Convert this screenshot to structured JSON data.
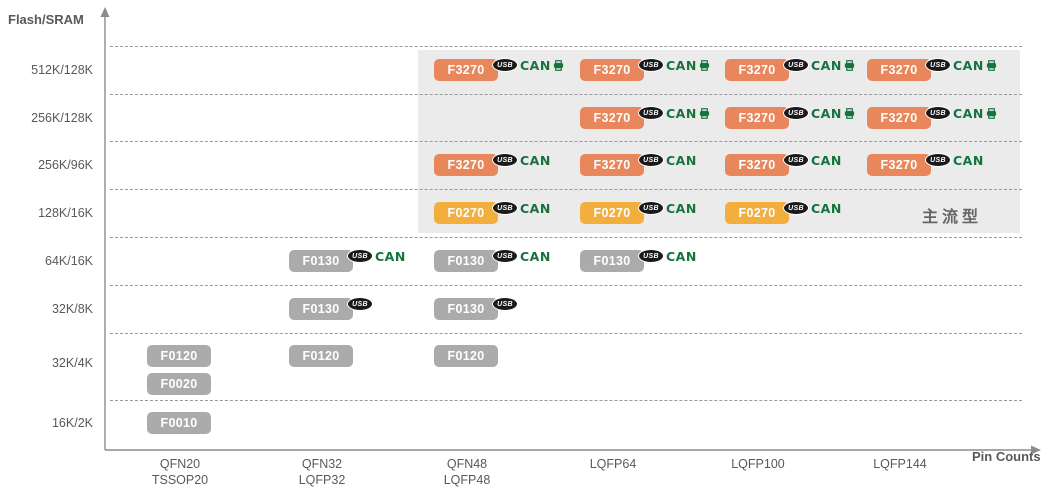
{
  "chart_data": {
    "type": "matrix",
    "ylabel": "Flash/SRAM",
    "xlabel": "Pin Counts",
    "region_label": "主流型",
    "rows": [
      "512K/128K",
      "256K/128K",
      "256K/96K",
      "128K/16K",
      "64K/16K",
      "32K/8K",
      "32K/4K",
      "16K/2K"
    ],
    "columns": [
      [
        "QFN20",
        "TSSOP20"
      ],
      [
        "QFN32",
        "LQFP32"
      ],
      [
        "QFN48",
        "LQFP48"
      ],
      [
        "LQFP64"
      ],
      [
        "LQFP100"
      ],
      [
        "LQFP144"
      ]
    ],
    "badges": {
      "usb": "USB",
      "can": "CAN"
    },
    "icons": {
      "usb": "usb-logo-icon",
      "printer": "printer-icon"
    },
    "colors": {
      "orange": "#E8875C",
      "yellow": "#F2AF3D",
      "gray": "#ABABAB",
      "green": "#15733B",
      "region": "#EBEBEB",
      "axis": "#8C8C8C",
      "label": "#595959"
    },
    "chips": [
      {
        "label": "F3270",
        "color": "orange",
        "row": 0,
        "col": 2,
        "features": [
          "usb",
          "can",
          "printer"
        ]
      },
      {
        "label": "F3270",
        "color": "orange",
        "row": 0,
        "col": 3,
        "features": [
          "usb",
          "can",
          "printer"
        ]
      },
      {
        "label": "F3270",
        "color": "orange",
        "row": 0,
        "col": 4,
        "features": [
          "usb",
          "can",
          "printer"
        ]
      },
      {
        "label": "F3270",
        "color": "orange",
        "row": 0,
        "col": 5,
        "features": [
          "usb",
          "can",
          "printer"
        ]
      },
      {
        "label": "F3270",
        "color": "orange",
        "row": 1,
        "col": 3,
        "features": [
          "usb",
          "can",
          "printer"
        ]
      },
      {
        "label": "F3270",
        "color": "orange",
        "row": 1,
        "col": 4,
        "features": [
          "usb",
          "can",
          "printer"
        ]
      },
      {
        "label": "F3270",
        "color": "orange",
        "row": 1,
        "col": 5,
        "features": [
          "usb",
          "can",
          "printer"
        ]
      },
      {
        "label": "F3270",
        "color": "orange",
        "row": 2,
        "col": 2,
        "features": [
          "usb",
          "can"
        ]
      },
      {
        "label": "F3270",
        "color": "orange",
        "row": 2,
        "col": 3,
        "features": [
          "usb",
          "can"
        ]
      },
      {
        "label": "F3270",
        "color": "orange",
        "row": 2,
        "col": 4,
        "features": [
          "usb",
          "can"
        ]
      },
      {
        "label": "F3270",
        "color": "orange",
        "row": 2,
        "col": 5,
        "features": [
          "usb",
          "can"
        ]
      },
      {
        "label": "F0270",
        "color": "yellow",
        "row": 3,
        "col": 2,
        "features": [
          "usb",
          "can"
        ]
      },
      {
        "label": "F0270",
        "color": "yellow",
        "row": 3,
        "col": 3,
        "features": [
          "usb",
          "can"
        ]
      },
      {
        "label": "F0270",
        "color": "yellow",
        "row": 3,
        "col": 4,
        "features": [
          "usb",
          "can"
        ]
      },
      {
        "label": "F0130",
        "color": "gray",
        "row": 4,
        "col": 1,
        "features": [
          "usb",
          "can"
        ]
      },
      {
        "label": "F0130",
        "color": "gray",
        "row": 4,
        "col": 2,
        "features": [
          "usb",
          "can"
        ]
      },
      {
        "label": "F0130",
        "color": "gray",
        "row": 4,
        "col": 3,
        "features": [
          "usb",
          "can"
        ]
      },
      {
        "label": "F0130",
        "color": "gray",
        "row": 5,
        "col": 1,
        "features": [
          "usb"
        ]
      },
      {
        "label": "F0130",
        "color": "gray",
        "row": 5,
        "col": 2,
        "features": [
          "usb"
        ]
      },
      {
        "label": "F0120",
        "color": "gray",
        "row": 6,
        "col": 0,
        "features": []
      },
      {
        "label": "F0120",
        "color": "gray",
        "row": 6,
        "col": 1,
        "features": []
      },
      {
        "label": "F0120",
        "color": "gray",
        "row": 6,
        "col": 2,
        "features": []
      },
      {
        "label": "F0020",
        "color": "gray",
        "row": 6,
        "col": 0,
        "sub": true,
        "features": []
      },
      {
        "label": "F0010",
        "color": "gray",
        "row": 7,
        "col": 0,
        "features": []
      }
    ]
  }
}
